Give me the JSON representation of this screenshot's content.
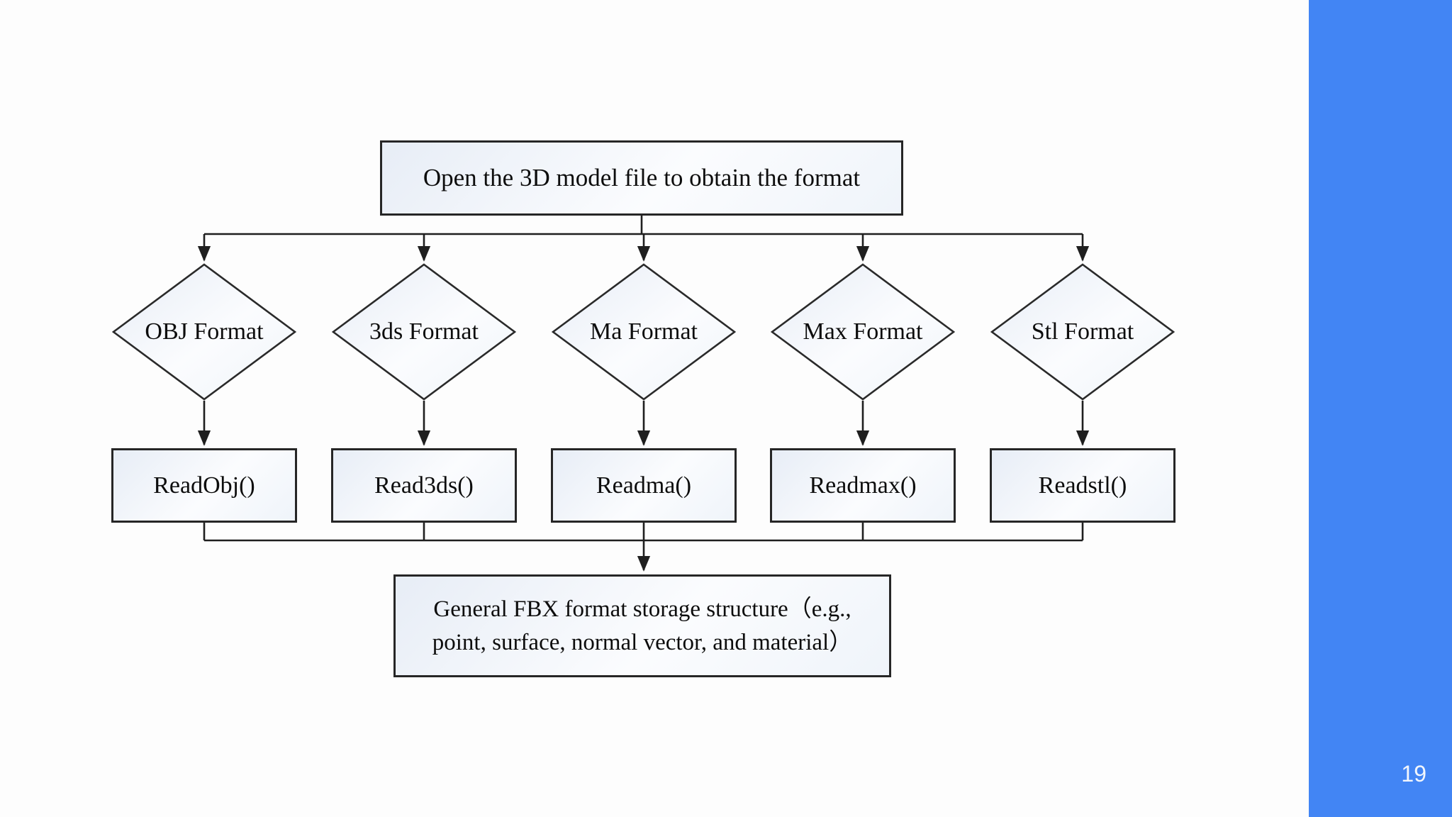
{
  "slide": {
    "page_number": "19"
  },
  "colors": {
    "background": "#fdfdfd",
    "sidebar_accent": "#4285f4",
    "page_number_text": "#f2f6fc",
    "shape_border": "#262626",
    "shape_fill_light": "#e7edf6",
    "connector_line": "#1f1f1f"
  },
  "flowchart": {
    "start": {
      "label": "Open the 3D model file to obtain the format"
    },
    "branches": [
      {
        "condition": "OBJ Format",
        "action": "ReadObj()"
      },
      {
        "condition": "3ds Format",
        "action": "Read3ds()"
      },
      {
        "condition": "Ma Format",
        "action": "Readma()"
      },
      {
        "condition": "Max Format",
        "action": "Readmax()"
      },
      {
        "condition": "Stl Format",
        "action": "Readstl()"
      }
    ],
    "end": {
      "label_line1": "General FBX format storage structure（e.g.,",
      "label_line2": "point, surface, normal vector, and material）"
    }
  }
}
